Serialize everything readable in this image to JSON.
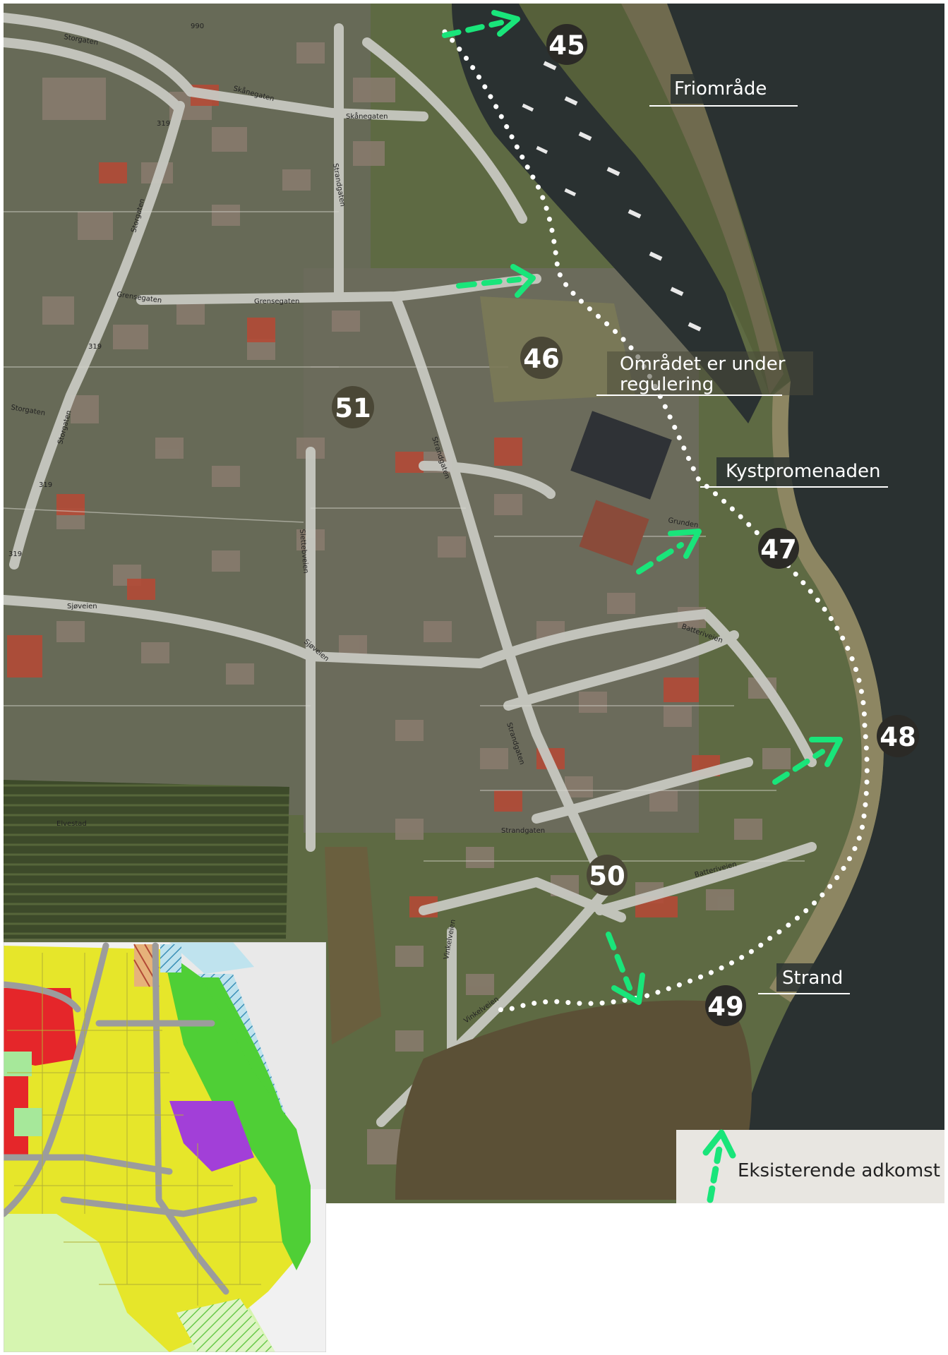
{
  "points": [
    {
      "id": "45",
      "label": "45"
    },
    {
      "id": "46",
      "label": "46"
    },
    {
      "id": "47",
      "label": "47"
    },
    {
      "id": "48",
      "label": "48"
    },
    {
      "id": "49",
      "label": "49"
    },
    {
      "id": "50",
      "label": "50"
    },
    {
      "id": "51",
      "label": "51"
    }
  ],
  "callouts": {
    "friomrade": "Friområde",
    "regulering_line1": "Området er under",
    "regulering_line2": "regulering",
    "kystpromenaden": "Kystpromenaden",
    "strand": "Strand"
  },
  "legend": {
    "label": "Eksisterende adkomst"
  },
  "streets": {
    "storgaten": "Storgaten",
    "skanegaten": "Skånegaten",
    "strandgaten": "Strandgaten",
    "grensegaten": "Grensegaten",
    "sjoveien": "Sjøveien",
    "sletteveien": "Slettebveien",
    "batteriveien": "Batteriveien",
    "vinkelveien": "Vinkelveien",
    "elvestad": "Elvestad",
    "grunden": "Grunden",
    "road_319": "319",
    "road_990": "990"
  },
  "colors": {
    "access_arrow": "#19e57a",
    "promenade_dots": "#ffffff",
    "badge_bg": "#2b2a26",
    "water": "#2a3131",
    "plan_residential": "#e6e62a",
    "plan_green": "#4fcf36",
    "plan_red": "#e5262a",
    "plan_purple": "#a23fd8",
    "plan_light_green": "#d6f5b0"
  }
}
